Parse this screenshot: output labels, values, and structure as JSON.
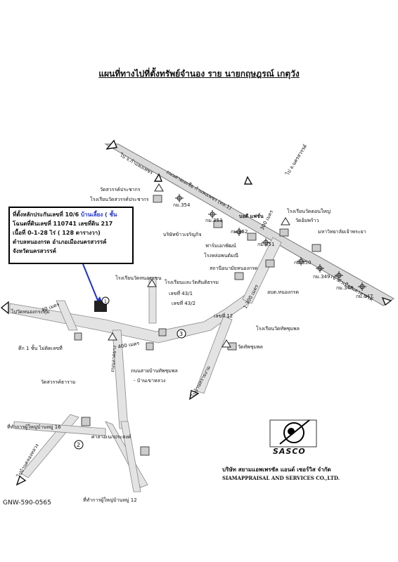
{
  "title": "แผนที่ทางไปที่ตั้งทรัพย์จำนอง ราย นายกฤษฎรณ์ เกตุวัง",
  "info_box": {
    "line1_prefix": "ที่ตั้งหลักประกันเลขที่ 10/6",
    "line1_highlight": "บ้านเลี้ยง ( ชั้น",
    "line2": "โฉนดที่ดินเลขที่ 110741 เลขที่ดิน 217",
    "line3": "เนื้อที่ 0-1-28 ไร่ ( 128 ตารางวา)",
    "line4": "ตำบลหนองกรด อำเภอเมืองนครสวรรค์",
    "line5": "จังหวัดนครสวรรค์"
  },
  "labels": {
    "to_kamphaeng": "ไป จ.กำแพงเพชร",
    "asian_highway": "ถนนสายเอเชีย กำแพงเพชร (ทล.1)",
    "to_nakhonsawan": "ไป จ.นครสวรรค์",
    "to_nongkrasung": "ไปวัดหนองกระทุ่ม",
    "to_ban_khlong": "ไปบ้านคลองหลวง",
    "to_ban_sai_ngam": "ไปบ้านทรายงาม",
    "to_inner_right": "เข้าตัวเมืองนครสวรรค์",
    "wat_prachakorn": "วัดสวรรค์ประชากร",
    "school_prachakorn": "โรงเรียนวัดสวรรค์ประชากร",
    "km354": "กม.354",
    "km353": "กม.353",
    "km352": "กม.352",
    "km351": "กม.351",
    "km350": "กม.350",
    "km349": "กม.349",
    "km348": "กม.348",
    "km347": "กม.347",
    "boonmee": "บอดี แฟชั่น",
    "company_rice": "บริษัทข้าวเจริญกิจ",
    "farm": "ฟาร์มเอกพัฒน์",
    "school_bang": "โรงหล่อพนต์มณี",
    "school_wat_don_yai": "โรงเรียนวัดดอนใหญ่",
    "wat_don_yai": "วัดอ้มพร้าว",
    "university": "มหาวิทยาลัยเจ้าพระยา",
    "health_center": "สถานีอนามัยหนองกรด",
    "school_nong_krod": "โรงเรียนและวัดสันติธรรม",
    "obt": "อบต.หนองกรด",
    "school_nong_khaen": "โรงเรียนวัดหนองแขน",
    "house_43_1": "เลขที่ 43/1",
    "house_43_2": "เลขที่ 43/2",
    "house_12": "เลขที่ 12",
    "school_thap_chumphon": "โรงเรียนวัดทัพชุมพล",
    "wat_thap_chumphon": "วัดทัพชุมพล",
    "building_1": "ตึก 1 ชั้น ไม่ติดเลขที่",
    "wat_sawan_tharam": "วัดสวรรค์ธาราม",
    "road_ban_thap": "ถนนสายบ้านทัพชุมพล",
    "road_ban_khao": "- บ้านเขาหลวง",
    "office_village_16": "ที่ทำการผู้ใหญ่บ้านหมู่ 16",
    "sala": "ศาลาอเนกประสงค์",
    "office_village_12": "ที่ทำการผู้ใหญ่บ้านหมู่ 12",
    "distance_40": "40 เมตร",
    "distance_400": "400 เมตร",
    "distance_1": "1,300 เมตร",
    "distance_300": "300 เมตร",
    "road_name_vertical": "ถนนลาดยาง",
    "marker1": "1",
    "marker2": "2",
    "marker3": "3"
  },
  "footer": {
    "code": "GNW-590-0565",
    "sasco": "SASCO",
    "company_th": "บริษัท สยามแอพเพรซัล แอนด์ เซอร์วิส จำกัด",
    "company_en": "SIAMAPPRAISAL AND SERVICES CO.,LTD."
  }
}
